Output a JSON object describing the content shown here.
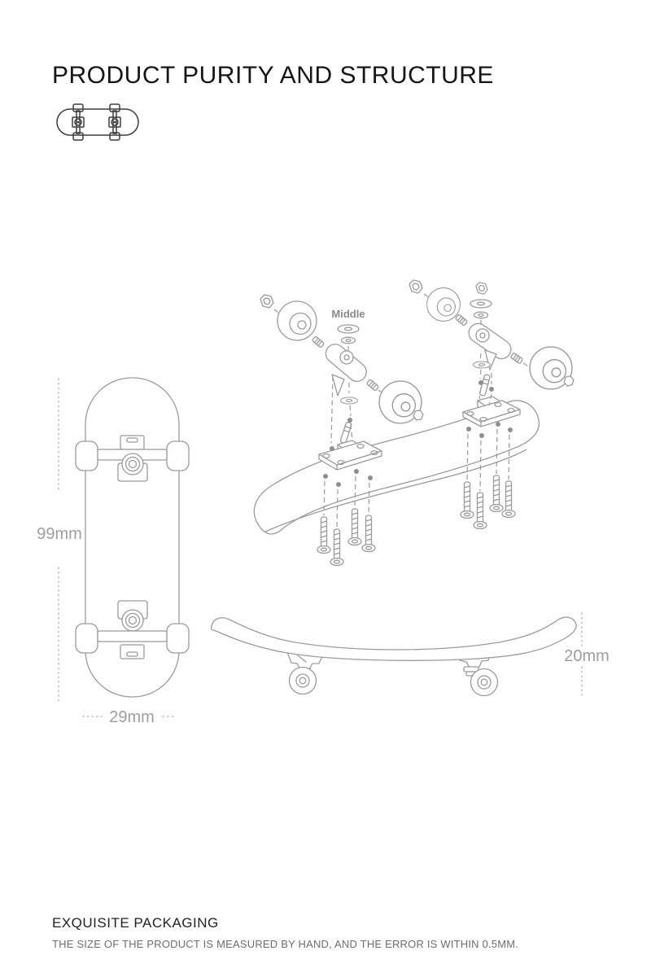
{
  "title": "PRODUCT PURITY AND STRUCTURE",
  "hero_icon": "fingerboard-top-view-icon",
  "exploded_view": {
    "label_middle": "Middle",
    "parts": [
      "axle nut",
      "wheel",
      "washer",
      "bushing",
      "truck hanger",
      "kingpin",
      "baseplate",
      "mounting screws",
      "deck"
    ]
  },
  "dimensions": {
    "deck_length": "99mm",
    "deck_width": "29mm",
    "board_height": "20mm"
  },
  "footer": {
    "heading": "EXQUISITE PACKAGING",
    "note": "THE SIZE OF THE PRODUCT IS MEASURED BY HAND, AND THE ERROR IS WITHIN 0.5MM."
  },
  "colors": {
    "background": "#ffffff",
    "title_text": "#161616",
    "diagram_line": "#9b9b9b",
    "icon_line": "#3d3d3d",
    "dimension_text": "#9e9e9e",
    "middle_label_text": "#8a8a8a",
    "footer_heading_text": "#222222",
    "footer_note_text": "#6e6e6e"
  }
}
